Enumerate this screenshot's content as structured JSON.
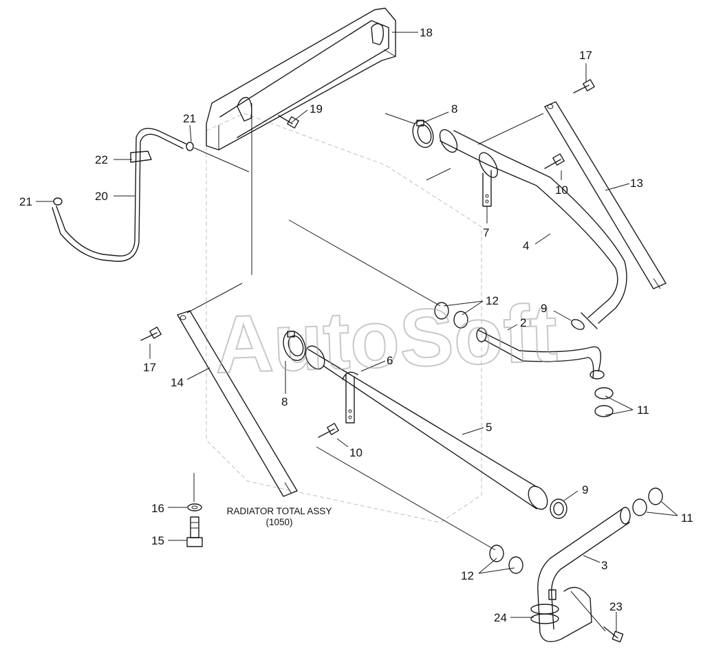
{
  "watermark": "AutoSoft",
  "caption": {
    "line1": "RADIATOR TOTAL ASSY",
    "line2": "(1050)"
  },
  "callouts": {
    "c18": "18",
    "c19": "19",
    "c8a": "8",
    "c17a": "17",
    "c21a": "21",
    "c22": "22",
    "c21b": "21",
    "c20": "20",
    "c10a": "10",
    "c13": "13",
    "c7": "7",
    "c4": "4",
    "c12a": "12",
    "c9a": "9",
    "c2": "2",
    "c17b": "17",
    "c14": "14",
    "c8b": "8",
    "c6": "6",
    "c11a": "11",
    "c5": "5",
    "c10b": "10",
    "c9b": "9",
    "c11b": "11",
    "c16": "16",
    "c15": "15",
    "c3": "3",
    "c12b": "12",
    "c24": "24",
    "c23": "23"
  }
}
